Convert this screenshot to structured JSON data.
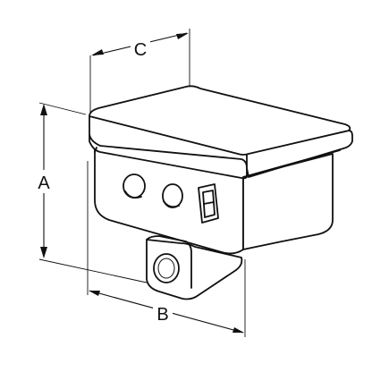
{
  "dimensions": {
    "a_label": "A",
    "b_label": "B",
    "c_label": "C"
  },
  "icons": [
    "knob-icon",
    "rocker-switch-icon",
    "conduit-port-icon"
  ],
  "colors": {
    "line": "#111111",
    "background": "#ffffff"
  }
}
